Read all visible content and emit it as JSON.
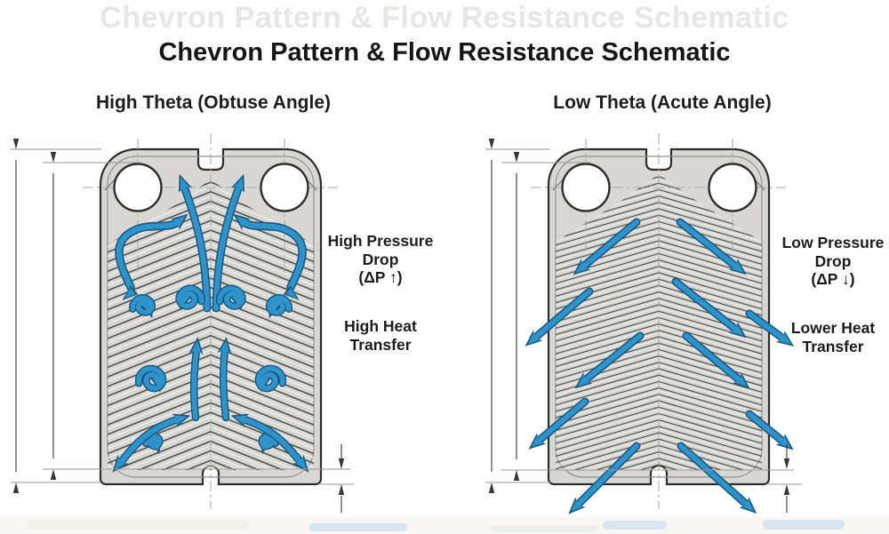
{
  "ghost_title": "Chevron Pattern & Flow Resistance Schematic",
  "title": "Chevron Pattern & Flow Resistance Schematic",
  "panels": {
    "high_theta": {
      "heading": "High Theta (Obtuse Angle)",
      "pressure_label": "High Pressure\nDrop\n(ΔP ↑)",
      "heat_label": "High Heat\nTransfer",
      "flow_pattern": "turbulent-swirl-arrows",
      "chevron": {
        "style": "obtuse-wide-pitch",
        "pitch": 10.8,
        "slope": 0.4
      },
      "swirls": {
        "sweeps": [
          [
            233,
            347,
            207,
            210
          ],
          [
            243,
            347,
            269,
            210
          ]
        ],
        "loops": [
          [
            172,
            296,
            37,
            0
          ],
          [
            302,
            296,
            37,
            1
          ]
        ],
        "spirals": [
          [
            162,
            345,
            13,
            0
          ],
          [
            212,
            336,
            15,
            1
          ],
          [
            262,
            336,
            15,
            0
          ],
          [
            312,
            345,
            13,
            1
          ],
          [
            172,
            428,
            16,
            0
          ],
          [
            302,
            428,
            16,
            1
          ],
          [
            173,
            497,
            9,
            0
          ],
          [
            301,
            497,
            9,
            1
          ]
        ],
        "risers": [
          [
            220,
            470,
            221,
            394
          ],
          [
            254,
            470,
            253,
            394
          ]
        ],
        "exits": [
          [
            200,
            472,
            136,
            520
          ],
          [
            274,
            472,
            338,
            520
          ]
        ]
      }
    },
    "low_theta": {
      "heading": "Low Theta (Acute Angle)",
      "pressure_label": "Low Pressure\nDrop\n(ΔP ↓)",
      "heat_label": "Lower Heat\nTransfer",
      "flow_pattern": "straight-diagonal-arrows",
      "chevron": {
        "style": "acute-dense-pitch",
        "pitch": 7.2,
        "slope": 0.29
      },
      "arrows": [
        [
          716,
          250,
          656,
          300
        ],
        [
          765,
          250,
          828,
          300
        ],
        [
          663,
          328,
          602,
          380
        ],
        [
          760,
          317,
          828,
          371
        ],
        [
          843,
          353,
          881,
          381
        ],
        [
          720,
          378,
          658,
          428
        ],
        [
          772,
          378,
          832,
          428
        ],
        [
          658,
          452,
          606,
          496
        ],
        [
          843,
          466,
          881,
          497
        ],
        [
          716,
          502,
          650,
          568
        ],
        [
          766,
          502,
          840,
          568
        ]
      ]
    }
  },
  "colors": {
    "arrow_blue": "#2e93cb",
    "arrow_outline": "#1a5a80",
    "plate_fill": "#d8d7d4",
    "plate_stroke": "#2e2e2c",
    "gasket_line": "#8f8f8d",
    "chevron_dark": "#4a4a47",
    "chevron_light": "#f5f5f2",
    "centerline": "#a8a8a6",
    "extension_line": "#9b9b99",
    "dimension_line": "#383836",
    "title": "#161616",
    "ghost": "#e8e7e5",
    "smudge_beige": "#f2f0ea",
    "smudge_blue": "#d9e6f0"
  }
}
